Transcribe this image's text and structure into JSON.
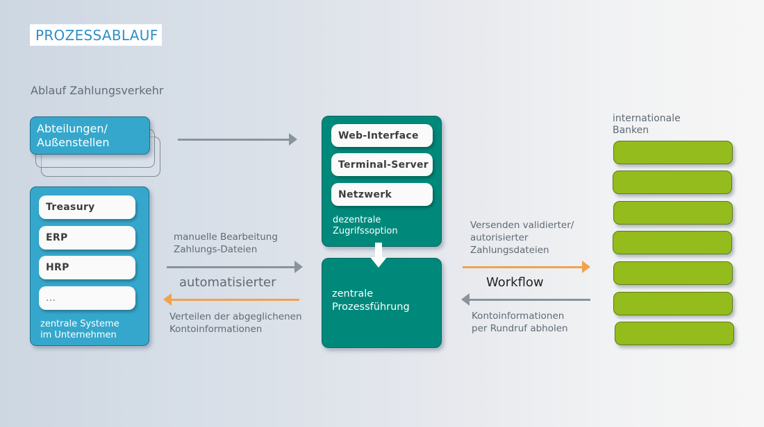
{
  "header": {
    "title": "PROZESSABLAUF",
    "subtitle": "Ablauf Zahlungsverkehr"
  },
  "colors": {
    "accent_blue": "#36a7cc",
    "title_blue": "#2e8fc9",
    "teal": "#00897b",
    "bank_green": "#94bc1c",
    "arrow_gray": "#8a939b",
    "arrow_orange": "#f0a24e"
  },
  "departments": {
    "label_line1": "Abteilungen/",
    "label_line2": "Außenstellen"
  },
  "central_systems": {
    "items": [
      "Treasury",
      "ERP",
      "HRP",
      "..."
    ],
    "caption_line1": "zentrale Systeme",
    "caption_line2": "im Unternehmen"
  },
  "decentral_access": {
    "items": [
      "Web-Interface",
      "Terminal-Server",
      "Netzwerk"
    ],
    "caption_line1": "dezentrale",
    "caption_line2": "Zugrifssoption"
  },
  "central_process": {
    "line1": "zentrale",
    "line2": "Prozessführung"
  },
  "banks": {
    "label_line1": "internationale",
    "label_line2": "Banken",
    "count": 7
  },
  "left_flow": {
    "top_line1": "manuelle Bearbeitung",
    "top_line2": "Zahlungs-Dateien",
    "middle": "automatisierter",
    "bottom_line1": "Verteilen der abgeglichenen",
    "bottom_line2": "Kontoinformationen"
  },
  "right_flow": {
    "top_line1": "Versenden validierter/",
    "top_line2": "autorisierter",
    "top_line3": "Zahlungsdateien",
    "middle": "Workflow",
    "bottom_line1": "Kontoinformationen",
    "bottom_line2": "per Rundruf abholen"
  }
}
